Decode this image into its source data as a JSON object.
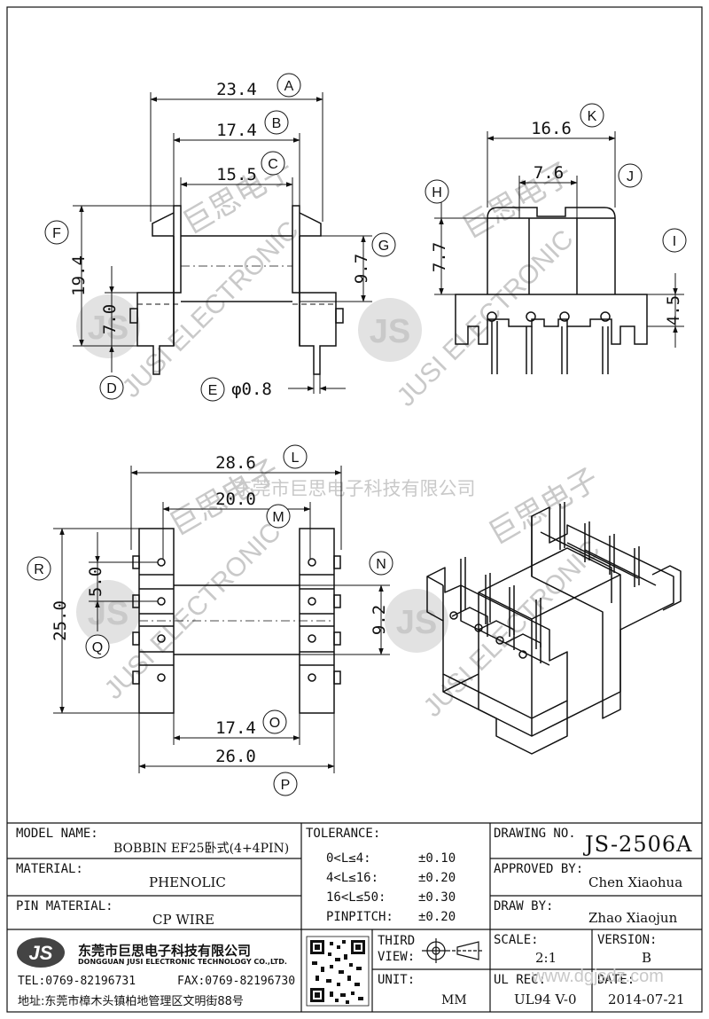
{
  "watermark": {
    "company_cn": "东莞市巨思电子科技有限公司",
    "brand": "JUSI ELECTRONIC",
    "logo_text": "JS",
    "seal_text": "巨思电子"
  },
  "dimensions": {
    "A": "23.4",
    "B": "17.4",
    "C": "15.5",
    "D": "7.0",
    "E": "φ0.8",
    "F": "19.4",
    "G": "9.7",
    "H": "7.7",
    "I": "4.5",
    "J": "7.6",
    "K": "16.6",
    "L": "28.6",
    "M": "20.0",
    "N": "9.2",
    "O": "17.4",
    "P": "26.0",
    "Q": "5.0",
    "R": "25.0"
  },
  "callouts": [
    "A",
    "B",
    "C",
    "D",
    "E",
    "F",
    "G",
    "H",
    "I",
    "J",
    "K",
    "L",
    "M",
    "N",
    "O",
    "P",
    "Q",
    "R"
  ],
  "title_block": {
    "model_name_label": "MODEL NAME:",
    "model_name": "BOBBIN EF25卧式(4+4PIN)",
    "material_label": "MATERIAL:",
    "material": "PHENOLIC",
    "pin_material_label": "PIN MATERIAL:",
    "pin_material": "CP WIRE",
    "tolerance_label": "TOLERANCE:",
    "tolerances": [
      {
        "range": "0<L≤4:",
        "value": "±0.10"
      },
      {
        "range": "4<L≤16:",
        "value": "±0.20"
      },
      {
        "range": "16<L≤50:",
        "value": "±0.30"
      },
      {
        "range": "PINPITCH:",
        "value": "±0.20"
      }
    ],
    "drawing_no_label": "DRAWING NO.",
    "drawing_no": "JS-2506A",
    "approved_by_label": "APPROVED BY:",
    "approved_by": "Chen Xiaohua",
    "draw_by_label": "DRAW BY:",
    "draw_by": "Zhao Xiaojun",
    "company_cn": "东莞市巨思电子科技有限公司",
    "company_en": "DONGGUAN JUSI ELECTRONIC TECHNOLOGY CO.,LTD.",
    "tel": "TEL:0769-82196731",
    "fax": "FAX:0769-82196730",
    "address": "地址:东莞市樟木头镇柏地管理区文明街88号",
    "third_view_label": "THIRD VIEW:",
    "unit_label": "UNIT:",
    "unit": "MM",
    "scale_label": "SCALE:",
    "scale": "2:1",
    "version_label": "VERSION:",
    "version": "B",
    "ul_rec_label": "UL REC:",
    "ul_rec": "UL94 V-0",
    "date_label": "DATE:",
    "date": "2014-07-21",
    "website": "www.dgjsdz.com"
  }
}
